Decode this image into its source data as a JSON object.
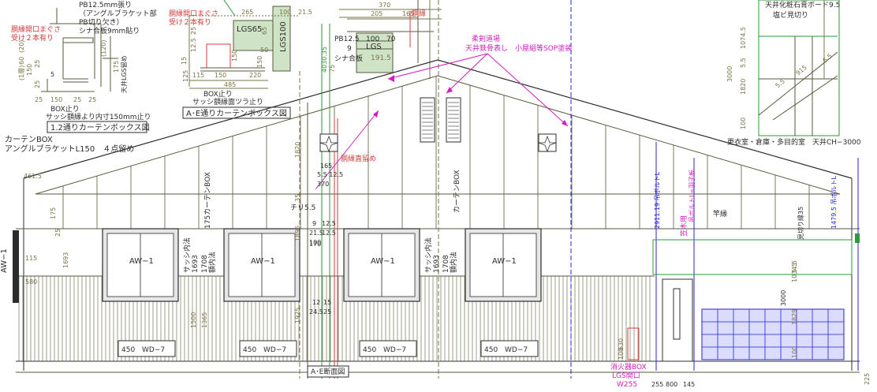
{
  "colors": {
    "line": "#5a5a3c",
    "dark": "#2c2c2c",
    "dim": "#7a7448",
    "accent_red": "#d23c3c",
    "magenta": "#d21ebe",
    "blue": "#2323dc",
    "green": "#2e9a3a",
    "window_fill": "#e6e6e6",
    "grid_fill": "#dcdcff",
    "lgs_fill": "#cfe3c6",
    "orange": "#e87a2a",
    "teal": "#2a8a8a"
  },
  "icons": {
    "louvre": "louvre-vent-icon",
    "fan": "ventilation-fan-icon",
    "arrow": "annotation-arrow-icon"
  },
  "detail1": {
    "note_pb": "PB12.5mm張り",
    "note_angle": "（アングルブラケット部",
    "note_pbcut": "PB切り欠き）",
    "note_plywood": "シナ合板9mm貼り",
    "note_opening_red_1": "胴縁開口まぐさ",
    "note_opening_red_2": "受け２本有り",
    "dim_20": "(20)",
    "dim_60": "60",
    "dim_1": "(1層)",
    "dim_150": "150",
    "dim_25a": "25",
    "dim_25b": "25",
    "dim_5": "5",
    "dim_120": "(120)",
    "dim_175": "175",
    "note_lgs": "天井LGS留め",
    "dim_b25": "25",
    "dim_b150": "150",
    "dim_b25c": "25",
    "dim_b25d": "25",
    "note_box1": "BOX止り",
    "note_box2": "サッシ額縁より内寸150mm止り",
    "title": "1.2通りカーテンボックス図"
  },
  "detail2": {
    "note_red_1": "胴縁開口まぐさ",
    "note_red_2": "受け２本有り",
    "dim_265": "265",
    "dim_100": "100",
    "dim_215": "21.5",
    "label_lgs65": "LGS65",
    "label_lgs100": "LGS100",
    "dim_65": "65",
    "dim_50": "50",
    "dim_25": "25",
    "dim_125": "12.5",
    "dim_15": "15",
    "dim_150a": "150",
    "dim_150b": "150",
    "dim_125b": "125",
    "dim_115": "115",
    "dim_150c": "150",
    "dim_220": "220",
    "dim_485": "485",
    "note_box1": "BOX止り",
    "note_box2": "サッシ額縁面ツラ止り",
    "title": "A･E通りカーテンボックス図"
  },
  "detail3": {
    "dim_370": "370",
    "dim_205": "205",
    "dim_165": "165",
    "note_red": "胴縁",
    "label_pb": "PB12.5",
    "dim_100": "100",
    "dim_70": "70",
    "dim_9": "9",
    "label_lgs": "LGS",
    "label_plywood": "シナ合板",
    "dim_1915": "191.5",
    "dim_4030": "4030.35",
    "dim_75": "75"
  },
  "detail4": {
    "note_board": "天井化粧石膏ボード9.5",
    "note_paint": "塩ビ見切り",
    "dim_3000": "3000",
    "dim_10745": "1074.5",
    "dim_55a": "5.5",
    "dim_1820": "1820",
    "dim_55b": "5.5",
    "dim_915": "915",
    "dim_65": "6.5",
    "dim_100": "100"
  },
  "main": {
    "room_note": "更衣室・倉庫・多目的室　天井CH−3000",
    "magenta_1": "柔剣道場",
    "magenta_2": "天井鉄骨表し　小屋組等SOP塗装",
    "curtain_1": "カーテンBOX",
    "curtain_2": "アングルブラケットL150　４点留め",
    "dim_4615": "461.5",
    "curtain_box_1": "175カーテンBOX",
    "curtain_box_2": "カーテンBOX",
    "red_note": "胴縁直留め",
    "dim_1820": "1820",
    "dim_165": "165",
    "dim_55": "5.5 12.5",
    "dim_370": "370",
    "label_chiri": "チリ5.5",
    "dim_9": "9",
    "dim_125a": "12.5",
    "dim_125b": "12.5",
    "dim_215": "21.5",
    "dim_100": "100",
    "dim_170": "170",
    "dim_35": "35",
    "dim_1895": "1895",
    "dim_1925": "1925",
    "dim_12": "12",
    "dim_15": "15",
    "dim_245": "24.5",
    "dim_250": "25",
    "dim_175": "175",
    "dim_25": "25",
    "dim_1693": "1693",
    "dim_115": "115",
    "dim_580": "580",
    "aw_side": "AW−1",
    "aw_labels": [
      "AW−1",
      "AW−1",
      "AW−1",
      "AW−1"
    ],
    "wd_labels": [
      "WD−7",
      "WD−7",
      "WD−7",
      "WD−7"
    ],
    "wd_450": "450",
    "sash_labels": [
      "サッシ内法",
      "サッシ内法"
    ],
    "sash_dims": [
      "1693",
      "1693"
    ],
    "inner_labels": [
      "額内法",
      "額内法"
    ],
    "inner_dims": [
      "1708",
      "1708"
    ],
    "dim_1500": "1500",
    "dim_1365": "1365",
    "label_ae": "A･E断面図",
    "right_dim_1": "2911.19 吊ボルトL",
    "right_dim_2": "吊ボルトL=羽子板",
    "right_label_1": "笠木用",
    "right_label_2": "竿縁",
    "right_label_3": "見切り縁35",
    "right_dim_3": "1479.5 吊ボルトL",
    "right_dim_4": "1034.5",
    "right_dim_5": "3000",
    "right_dim_6": "1829",
    "right_dim_7": "5.5",
    "right_dim_8": "100",
    "right_dim_9": "225",
    "extinguisher_1": "消火器BOX",
    "extinguisher_2": "LGS開口",
    "extinguisher_3": "W255",
    "dim_630": "630",
    "dim_100b": "100",
    "bottom_255": "255",
    "bottom_800": "800",
    "bottom_145": "145"
  }
}
